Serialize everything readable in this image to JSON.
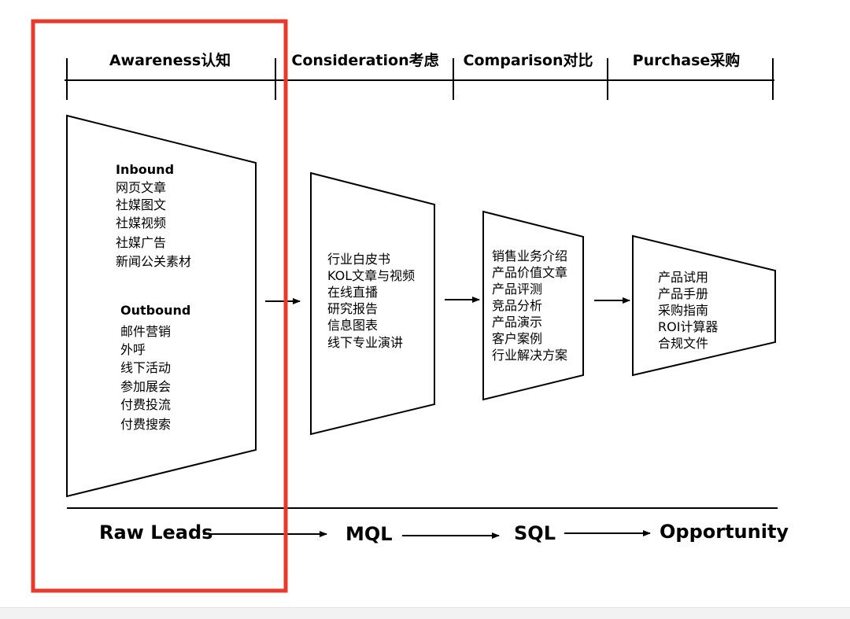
{
  "colors": {
    "highlight": "#e8392b",
    "ink": "#000000"
  },
  "stages": [
    {
      "label": "Awareness认知"
    },
    {
      "label": "Consideration考虑"
    },
    {
      "label": "Comparison对比"
    },
    {
      "label": "Purchase采购"
    }
  ],
  "funnels": [
    {
      "groups": [
        {
          "title": "Inbound",
          "items": [
            "网页文章",
            "社媒图文",
            "社媒视频",
            "社媒广告",
            "新闻公关素材"
          ]
        },
        {
          "title": "Outbound",
          "items": [
            "邮件营销",
            "外呼",
            "线下活动",
            "参加展会",
            "付费投流",
            "付费搜索"
          ]
        }
      ]
    },
    {
      "groups": [
        {
          "title": "",
          "items": [
            "行业白皮书",
            "KOL文章与视频",
            "在线直播",
            "研究报告",
            "信息图表",
            "线下专业演讲"
          ]
        }
      ]
    },
    {
      "groups": [
        {
          "title": "",
          "items": [
            "销售业务介绍",
            "产品价值文章",
            "产品评测",
            "竞品分析",
            "产品演示",
            "客户案例",
            "行业解决方案"
          ]
        }
      ]
    },
    {
      "groups": [
        {
          "title": "",
          "items": [
            "产品试用",
            "产品手册",
            "采购指南",
            "ROI计算器",
            "合规文件"
          ]
        }
      ]
    }
  ],
  "leads": [
    "Raw Leads",
    "MQL",
    "SQL",
    "Opportunity"
  ]
}
